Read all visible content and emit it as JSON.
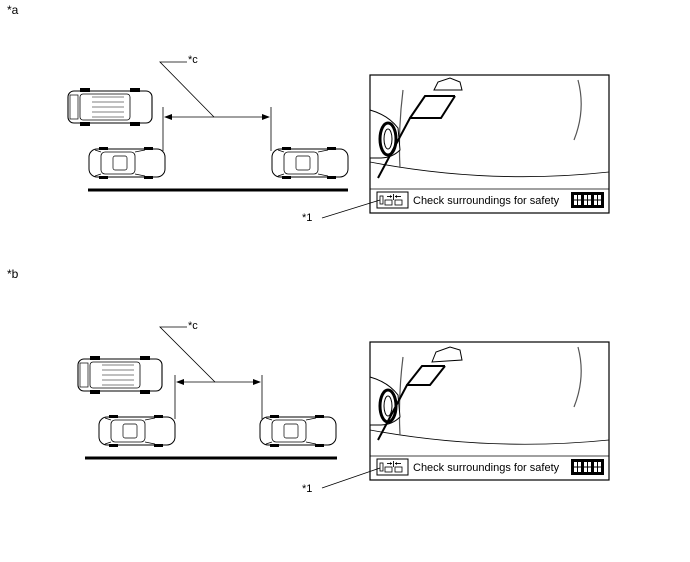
{
  "panels": [
    {
      "label": "*a",
      "distance_callout": "*c",
      "item_callout": "*1",
      "screen_message": "Check surroundings for safety"
    },
    {
      "label": "*b",
      "distance_callout": "*c",
      "item_callout": "*1",
      "screen_message": "Check surroundings for safety"
    }
  ],
  "icons": [
    "parking-assist-icon",
    "menu-grid-icon",
    "sedan-car-icon",
    "suv-car-icon"
  ]
}
